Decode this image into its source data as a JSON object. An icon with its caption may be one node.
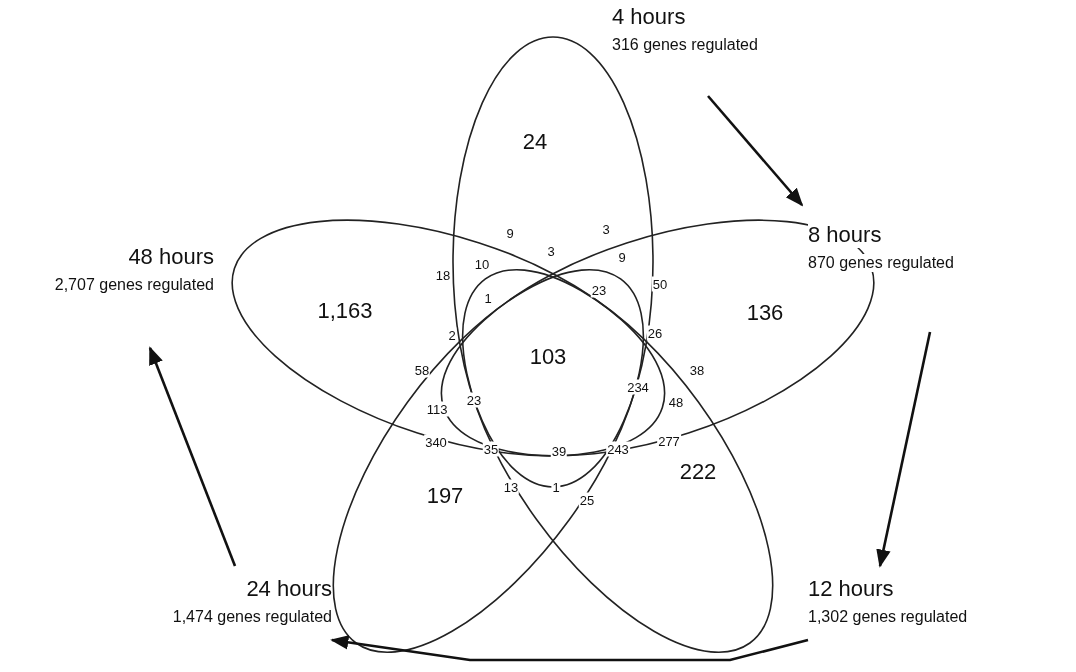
{
  "diagram": {
    "nodes": [
      {
        "text": [
          "4 hours",
          "316 genes regulated"
        ]
      },
      {
        "text": [
          "8 hours",
          "870 genes regulated"
        ]
      },
      {
        "text": [
          "12 hours",
          "1,302 genes regulated"
        ]
      },
      {
        "text": [
          "24 hours",
          "1,474 genes regulated"
        ]
      },
      {
        "text": [
          "48 hours",
          "2,707 genes regulated"
        ]
      }
    ],
    "edges": [
      {
        "from": 0,
        "to": 1,
        "arrow": "to"
      },
      {
        "from": 1,
        "to": 2,
        "arrow": "to"
      },
      {
        "from": 2,
        "to": 3,
        "arrow": "to"
      },
      {
        "from": 3,
        "to": 4,
        "arrow": "to"
      }
    ],
    "labels": [
      "24",
      "9",
      "3",
      "10",
      "3",
      "9",
      "18",
      "1,163",
      "50",
      "136",
      "1",
      "23",
      "2",
      "26",
      "103",
      "58",
      "38",
      "234",
      "23",
      "48",
      "113",
      "340",
      "277",
      "35",
      "39",
      "243",
      "13",
      "1",
      "25",
      "222",
      "197"
    ]
  }
}
